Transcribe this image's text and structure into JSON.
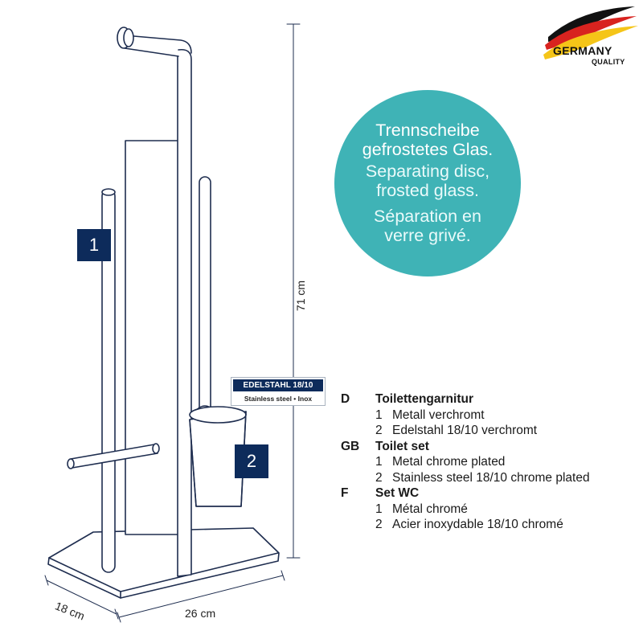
{
  "badges": {
    "one": "1",
    "two": "2"
  },
  "circle": {
    "color": "#3fb3b6",
    "de": [
      "Trennscheibe",
      "gefrostetes Glas."
    ],
    "en": [
      "Separating disc,",
      "frosted glass."
    ],
    "fr": [
      "Séparation en",
      "verre grivé."
    ]
  },
  "steel_label": {
    "top": "EDELSTAHL 18/10",
    "bottom": "Stainless steel • Inox"
  },
  "dimensions": {
    "height": "71 cm",
    "depth": "18 cm",
    "width": "26 cm"
  },
  "legend": [
    {
      "code": "D",
      "title": "Toilettengarnitur",
      "items": [
        {
          "num": "1",
          "text": "Metall verchromt"
        },
        {
          "num": "2",
          "text": "Edelstahl 18/10 verchromt"
        }
      ]
    },
    {
      "code": "GB",
      "title": "Toilet set",
      "items": [
        {
          "num": "1",
          "text": "Metal chrome plated"
        },
        {
          "num": "2",
          "text": "Stainless steel 18/10 chrome plated"
        }
      ]
    },
    {
      "code": "F",
      "title": "Set WC",
      "items": [
        {
          "num": "1",
          "text": "Métal chromé"
        },
        {
          "num": "2",
          "text": "Acier inoxydable 18/10 chromé"
        }
      ]
    }
  ],
  "logo": {
    "line1": "GERMANY",
    "line2": "QUALITY"
  },
  "colors": {
    "navy": "#0d2b5b",
    "teal": "#3fb3b6",
    "line": "#1e2d4f"
  }
}
